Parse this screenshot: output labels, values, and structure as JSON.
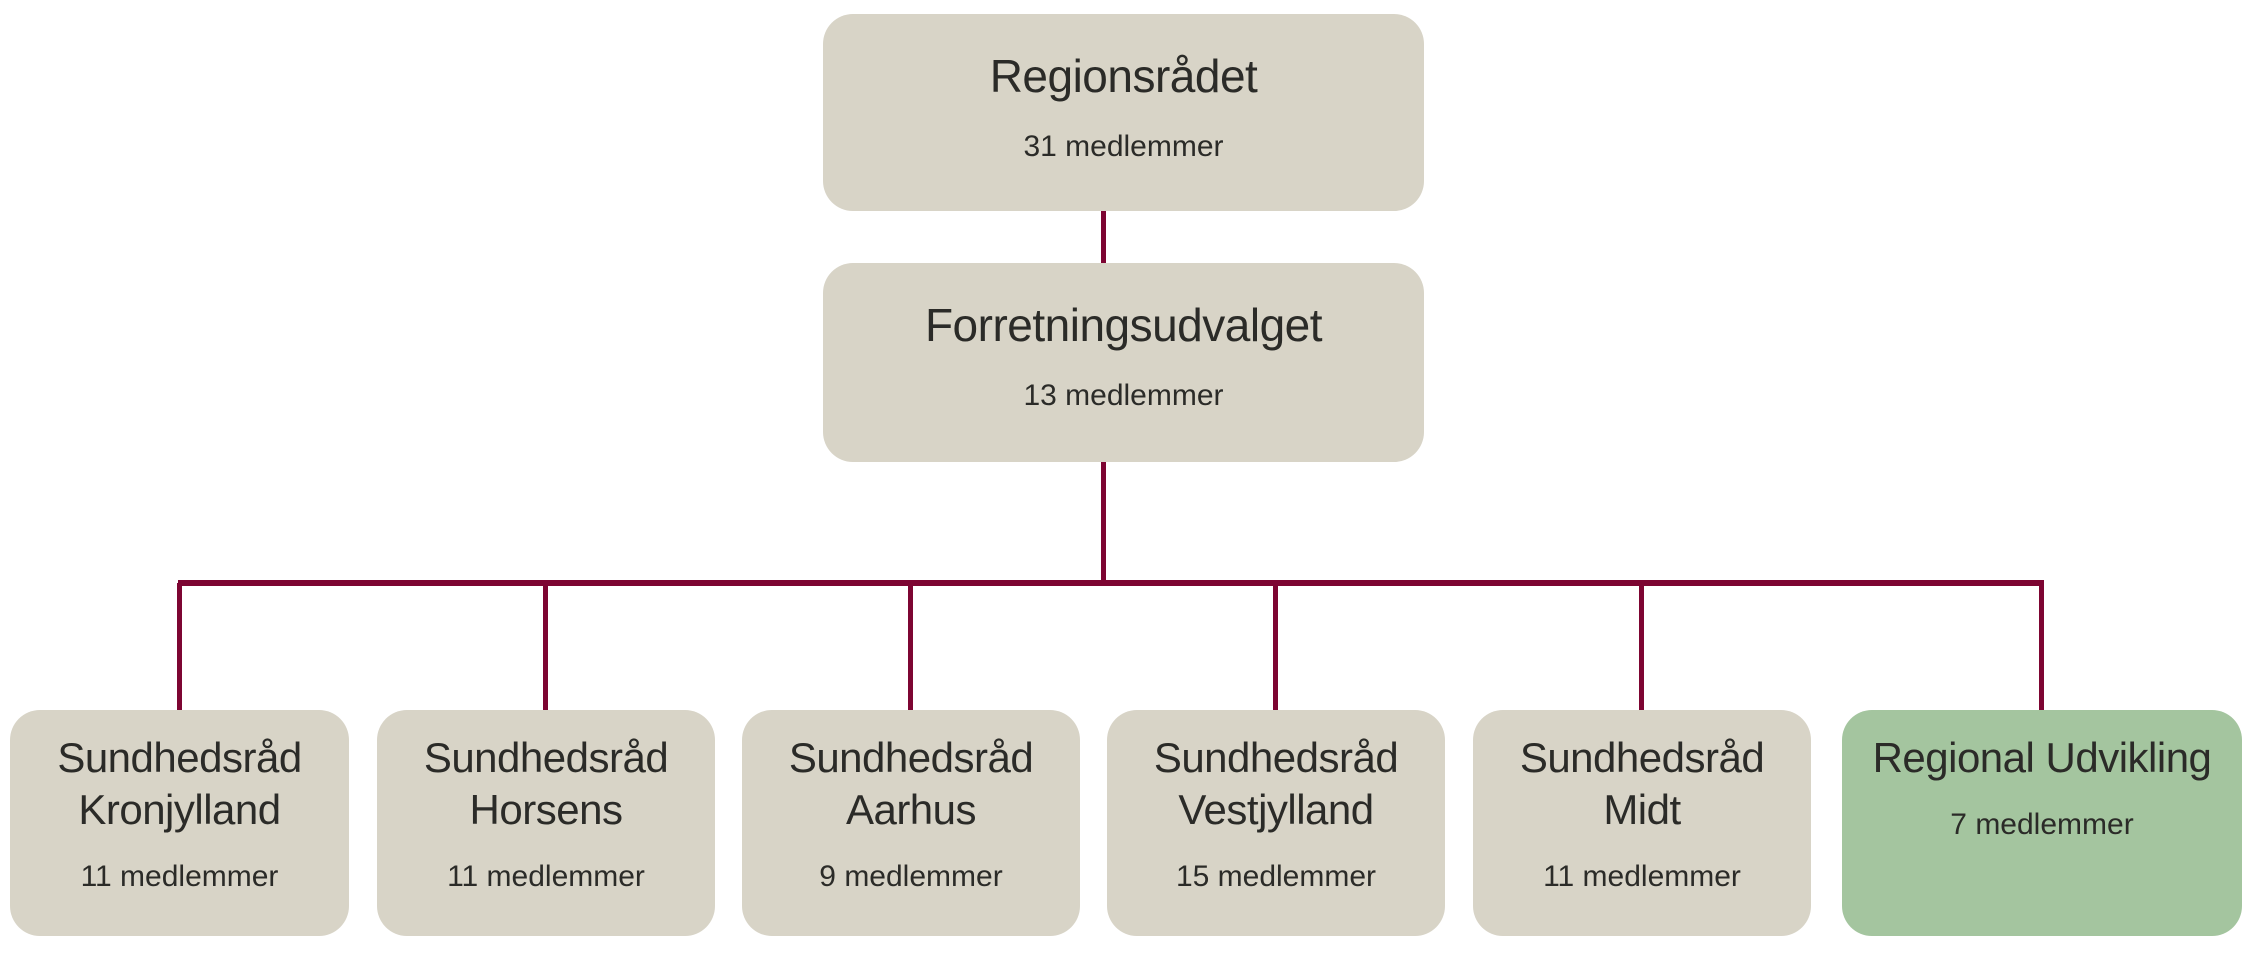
{
  "theme": {
    "background_color": "#ffffff",
    "node_fill_color": "#d8d4c7",
    "highlight_fill_color": "#a4c59f",
    "connector_color": "#7d0532",
    "text_color": "#2b2b28"
  },
  "org_chart": {
    "root": {
      "title": "Regionsrådet",
      "subtitle": "31 medlemmer"
    },
    "executive": {
      "title": "Forretningsudvalget",
      "subtitle": "13 medlemmer"
    },
    "children": [
      {
        "title": "Sundhedsråd Kronjylland",
        "subtitle": "11 medlemmer"
      },
      {
        "title": "Sundhedsråd Horsens",
        "subtitle": "11 medlemmer"
      },
      {
        "title": "Sundhedsråd Aarhus",
        "subtitle": "9 medlemmer"
      },
      {
        "title": "Sundhedsråd Vestjylland",
        "subtitle": "15 medlemmer"
      },
      {
        "title": "Sundhedsråd Midt",
        "subtitle": "11 medlemmer"
      },
      {
        "title": "Regional Udvikling",
        "subtitle": "7 medlemmer",
        "highlighted": "true"
      }
    ]
  }
}
